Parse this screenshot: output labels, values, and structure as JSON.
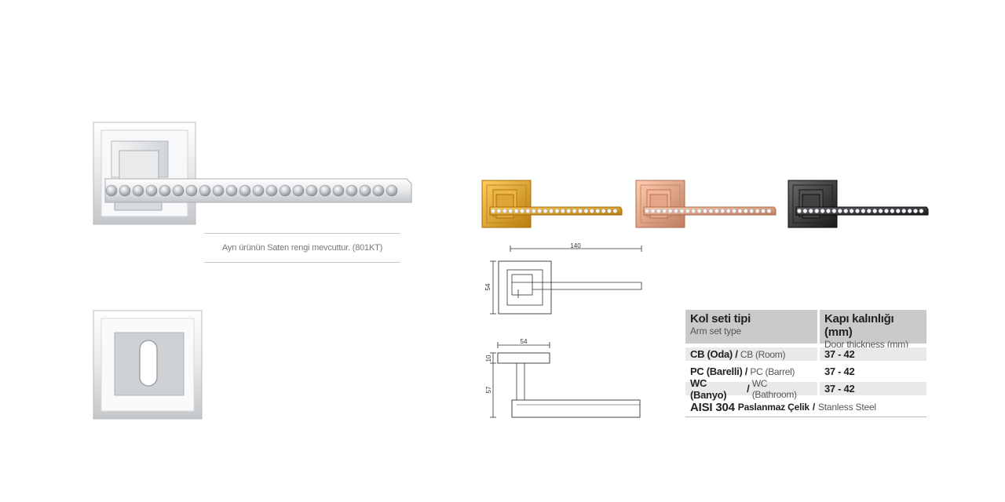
{
  "caption": "Ayrı ürünün Saten rengi mevcuttur. (801KT)",
  "colors": {
    "chrome": "#e4e6e8",
    "gold": "#d9a033",
    "rose": "#e0a083",
    "black": "#3c3d3f",
    "table_header": "#c9cacc",
    "table_shade": "#e8e9eb"
  },
  "variants": [
    {
      "name": "gold-variant",
      "color": "#d9a033"
    },
    {
      "name": "rose-variant",
      "color": "#e0a083"
    },
    {
      "name": "black-variant",
      "color": "#3c3d3f"
    }
  ],
  "dimensions": {
    "length": "140",
    "rosette_height": "54",
    "rosette_width": "54",
    "thickness": "10",
    "projection": "57"
  },
  "table": {
    "headers": [
      {
        "main": "Kol seti tipi",
        "sub": "Arm set type"
      },
      {
        "main": "Kapı kalınlığı (mm)",
        "sub": "Door thickness (mm)"
      }
    ],
    "rows": [
      {
        "type_tr": "CB (Oda)",
        "sep": "/",
        "type_en": "CB (Room)",
        "thickness": "37 - 42"
      },
      {
        "type_tr": "PC (Barelli)",
        "sep": "/",
        "type_en": "PC (Barrel)",
        "thickness": "37 - 42"
      },
      {
        "type_tr": "WC (Banyo)",
        "sep": "/",
        "type_en": "WC (Bathroom)",
        "thickness": "37 - 42"
      }
    ],
    "footer": {
      "grade": "AISI 304",
      "material_tr": "Paslanmaz Çelik",
      "sep": "/",
      "material_en": "Stanless Steel"
    }
  }
}
